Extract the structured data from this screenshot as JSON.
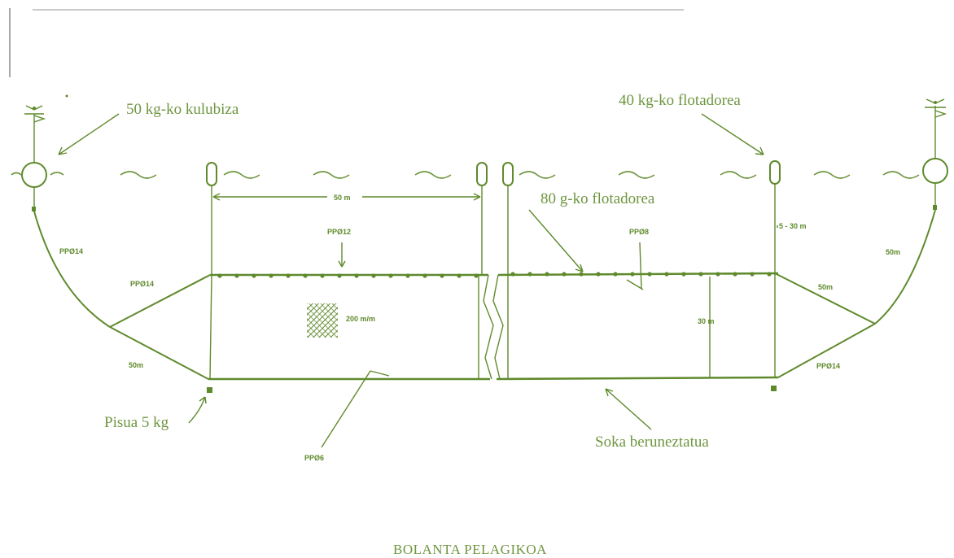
{
  "labels": {
    "buoy_50kg": "50 kg-ko kulubiza",
    "float_40kg": "40 kg-ko flotadorea",
    "float_80g": "80 g-ko flotadorea",
    "weight": "Pisua 5 kg",
    "leaded_rope": "Soka beruneztatua",
    "caption": "BOLANTA PELAGIKOA"
  },
  "small_labels": {
    "span_50m": "50 m",
    "pp_12": "PPØ12",
    "pp_8": "PPØ8",
    "pp_14_left_curve": "PPØ14",
    "pp_14_left_upper": "PPØ14",
    "pp_14_right_lower": "PPØ14",
    "pp_6": "PPØ6",
    "mesh": "200 m/m",
    "depth_5_30": "5 - 30 m",
    "height_30m": "30 m",
    "left_50m": "50m",
    "right_upper_50m": "50m",
    "right_curve_50m": "50m"
  },
  "colors": {
    "line": "#5f8a2c",
    "text": "#6f9640"
  }
}
